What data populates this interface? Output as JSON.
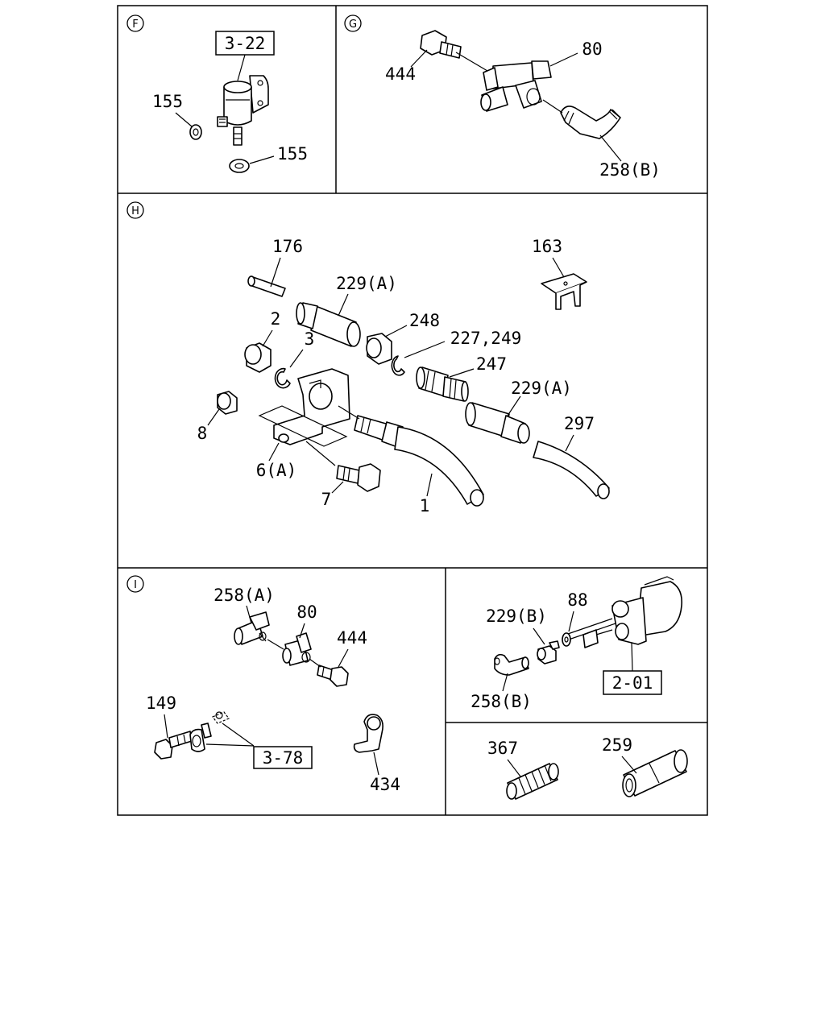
{
  "sections": {
    "F": {
      "marker": "F",
      "ref": "3-22",
      "parts": [
        "155",
        "155"
      ]
    },
    "G": {
      "marker": "G",
      "parts": [
        "444",
        "80",
        "258(B)"
      ]
    },
    "H": {
      "marker": "H",
      "parts": [
        "176",
        "229(A)",
        "163",
        "2",
        "248",
        "3",
        "227,249",
        "247",
        "229(A)",
        "8",
        "297",
        "6(A)",
        "7",
        "1"
      ]
    },
    "I": {
      "marker": "I",
      "ref": "3-78",
      "parts": [
        "258(A)",
        "80",
        "444",
        "149",
        "434"
      ]
    },
    "J": {
      "ref": "2-01",
      "parts": [
        "88",
        "229(B)",
        "258(B)"
      ]
    },
    "K": {
      "parts": [
        "367",
        "259"
      ]
    }
  }
}
